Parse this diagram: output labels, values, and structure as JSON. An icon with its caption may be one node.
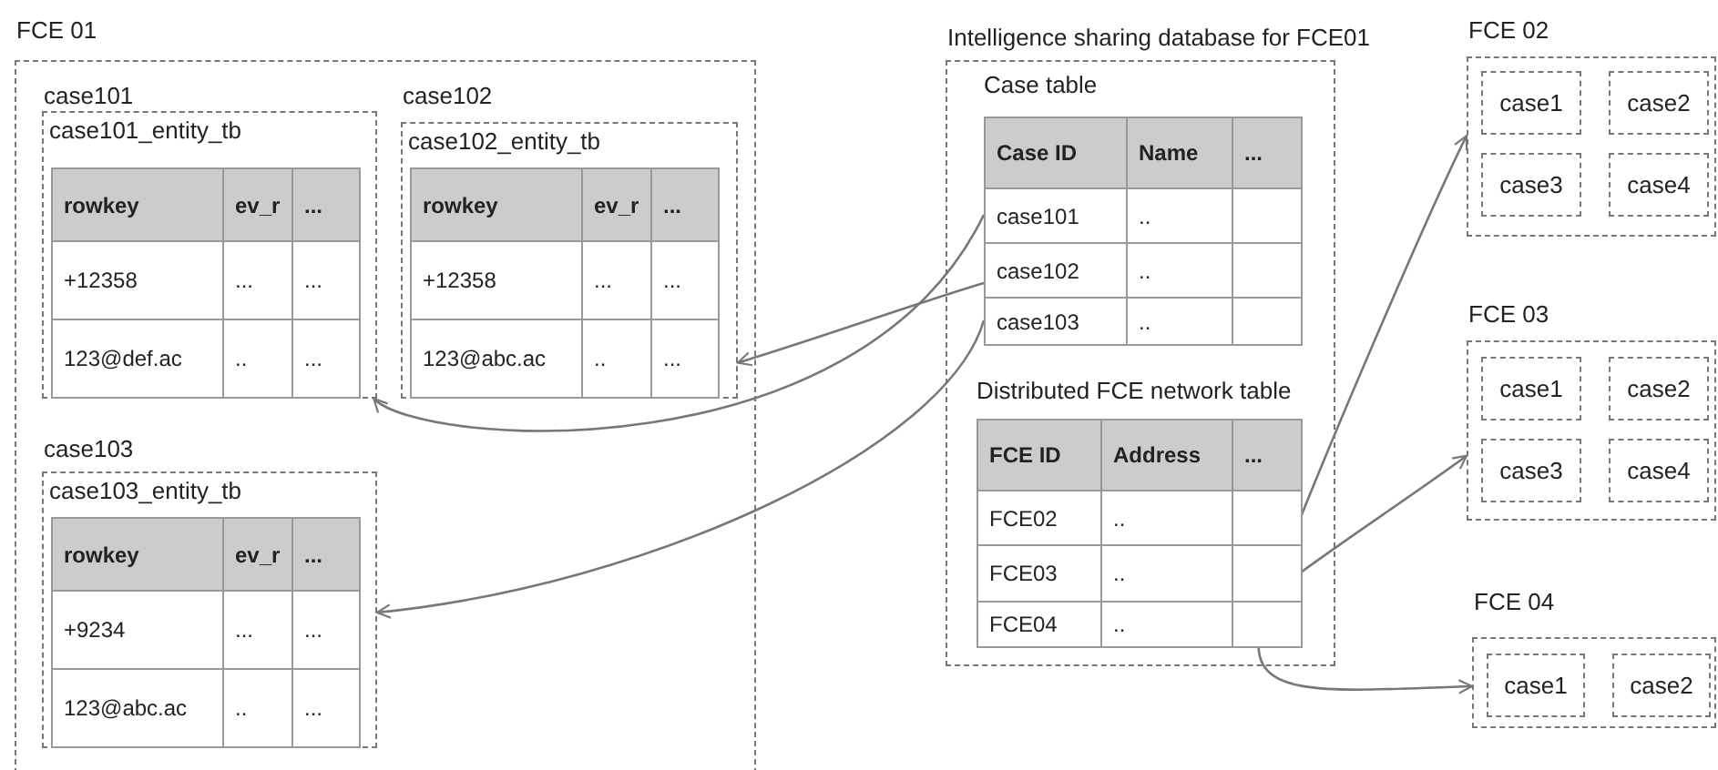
{
  "diagram": {
    "nodes": [
      {
        "text": [
          "FCE 01"
        ]
      },
      {
        "text": [
          "case101",
          "case101_entity_tb",
          "rowkey",
          "ev_r",
          "...",
          "+12358",
          "...",
          "...",
          "123@def.ac",
          "..",
          "..."
        ],
        "in": 0
      },
      {
        "text": [
          "case102",
          "case102_entity_tb",
          "rowkey",
          "ev_r",
          "...",
          "+12358",
          "...",
          "...",
          "123@abc.ac",
          "..",
          "..."
        ],
        "in": 0
      },
      {
        "text": [
          "case103",
          "case103_entity_tb",
          "rowkey",
          "ev_r",
          "...",
          "+9234",
          "...",
          "...",
          "123@abc.ac",
          "..",
          "..."
        ],
        "in": 0
      },
      {
        "text": [
          "Intelligence sharing database for FCE01"
        ]
      },
      {
        "text": [
          "Case table",
          "Case ID",
          "Name",
          "..."
        ],
        "in": 4
      },
      {
        "text": [
          "case101",
          ".."
        ],
        "in": 4
      },
      {
        "text": [
          "case102",
          ".."
        ],
        "in": 4
      },
      {
        "text": [
          "case103",
          ".."
        ],
        "in": 4
      },
      {
        "text": [
          "Distributed FCE network table",
          "FCE ID",
          "Address",
          "..."
        ],
        "in": 4
      },
      {
        "text": [
          "FCE02",
          ".."
        ],
        "in": 4
      },
      {
        "text": [
          "FCE03",
          ".."
        ],
        "in": 4
      },
      {
        "text": [
          "FCE04",
          ".."
        ],
        "in": 4
      },
      {
        "text": [
          "FCE 02"
        ]
      },
      {
        "text": [
          "case1"
        ],
        "in": 13
      },
      {
        "text": [
          "case2"
        ],
        "in": 13
      },
      {
        "text": [
          "case3"
        ],
        "in": 13
      },
      {
        "text": [
          "case4"
        ],
        "in": 13
      },
      {
        "text": [
          "FCE 03"
        ]
      },
      {
        "text": [
          "case1"
        ],
        "in": 18
      },
      {
        "text": [
          "case2"
        ],
        "in": 18
      },
      {
        "text": [
          "case3"
        ],
        "in": 18
      },
      {
        "text": [
          "case4"
        ],
        "in": 18
      },
      {
        "text": [
          "FCE 04"
        ]
      },
      {
        "text": [
          "case1"
        ],
        "in": 23
      },
      {
        "text": [
          "case2"
        ],
        "in": 23
      }
    ],
    "edges": [
      {
        "from": 6,
        "to": 1,
        "arrow": "to"
      },
      {
        "from": 7,
        "to": 2,
        "arrow": "to"
      },
      {
        "from": 8,
        "to": 3,
        "arrow": "to"
      },
      {
        "from": 10,
        "to": 13,
        "arrow": "to"
      },
      {
        "from": 11,
        "to": 18,
        "arrow": "to"
      },
      {
        "from": 12,
        "to": 23,
        "arrow": "to"
      }
    ]
  }
}
